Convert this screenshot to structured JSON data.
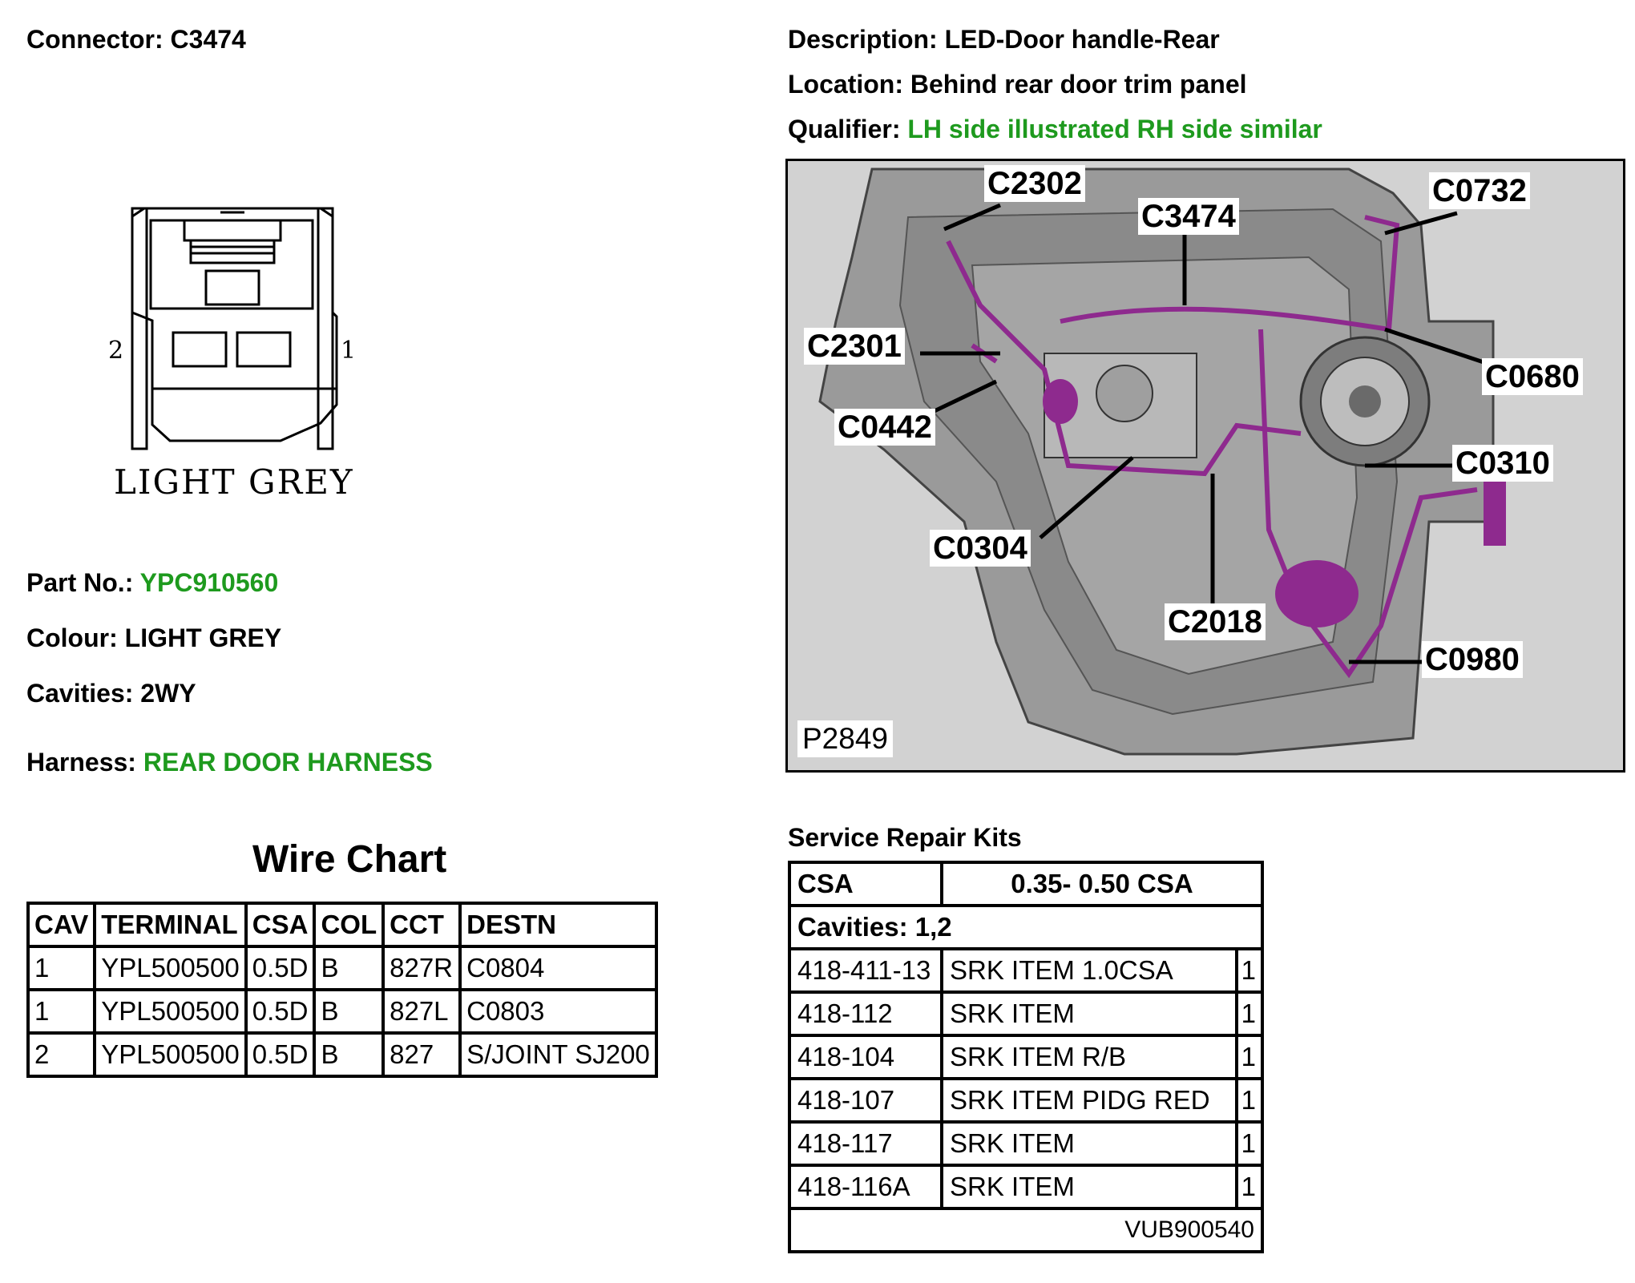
{
  "header": {
    "connector_label": "Connector:",
    "connector_value": "C3474",
    "description_label": "Description:",
    "description_value": "LED-Door handle-Rear",
    "location_label": "Location:",
    "location_value": "Behind rear door trim panel",
    "qualifier_label": "Qualifier:",
    "qualifier_value": "LH side illustrated RH side similar"
  },
  "connector_drawing": {
    "pin_left": "2",
    "pin_right": "1",
    "colour_caption": "LIGHT GREY"
  },
  "details": {
    "part_label": "Part No.:",
    "part_value": "YPC910560",
    "colour_label": "Colour:",
    "colour_value": "LIGHT GREY",
    "cavities_label": "Cavities:",
    "cavities_value": "2WY",
    "harness_label": "Harness:",
    "harness_value": "REAR DOOR HARNESS"
  },
  "photo": {
    "figure_id": "P2849",
    "callouts": [
      "C2302",
      "C3474",
      "C0732",
      "C2301",
      "C0680",
      "C0442",
      "C0310",
      "C0304",
      "C2018",
      "C0980"
    ]
  },
  "wire_chart": {
    "title": "Wire Chart",
    "headers": [
      "CAV",
      "TERMINAL",
      "CSA",
      "COL",
      "CCT",
      "DESTN"
    ],
    "rows": [
      [
        "1",
        "YPL500500",
        "0.5D",
        "B",
        "827R",
        "C0804"
      ],
      [
        "1",
        "YPL500500",
        "0.5D",
        "B",
        "827L",
        "C0803"
      ],
      [
        "2",
        "YPL500500",
        "0.5D",
        "B",
        "827",
        "S/JOINT SJ200"
      ]
    ]
  },
  "repair_kits": {
    "title": "Service Repair Kits",
    "csa_label": "CSA",
    "csa_value": "0.35- 0.50 CSA",
    "cavities": "Cavities: 1,2",
    "items": [
      [
        "418-411-13",
        "SRK ITEM 1.0CSA",
        "1"
      ],
      [
        "418-112",
        "SRK ITEM",
        "1"
      ],
      [
        "418-104",
        "SRK ITEM R/B",
        "1"
      ],
      [
        "418-107",
        "SRK ITEM PIDG RED",
        "1"
      ],
      [
        "418-117",
        "SRK ITEM",
        "1"
      ],
      [
        "418-116A",
        "SRK ITEM",
        "1"
      ]
    ],
    "footer_code": "VUB900540"
  },
  "colors": {
    "accent_green": "#1e9a1e",
    "harness_purple": "#8e2a8e"
  }
}
